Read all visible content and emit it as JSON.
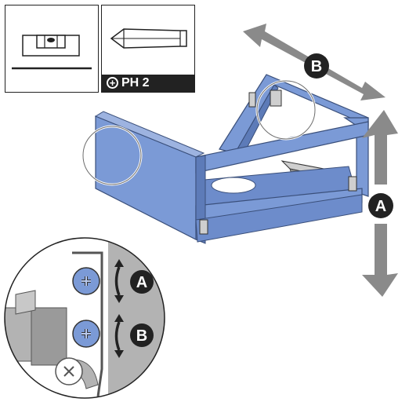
{
  "tools": {
    "level": {
      "icon": "spirit-level-icon"
    },
    "screwdriver": {
      "icon": "phillips-screwdriver-icon",
      "bit_label": "PH 2"
    }
  },
  "callouts": {
    "depth": "B",
    "height": "A",
    "detail_upper": "A",
    "detail_lower": "B"
  },
  "colors": {
    "panel_blue": "#7b9ad6",
    "panel_edge": "#3a4f7a",
    "arrow_grey": "#8a8a8a",
    "label_dark": "#222222"
  }
}
